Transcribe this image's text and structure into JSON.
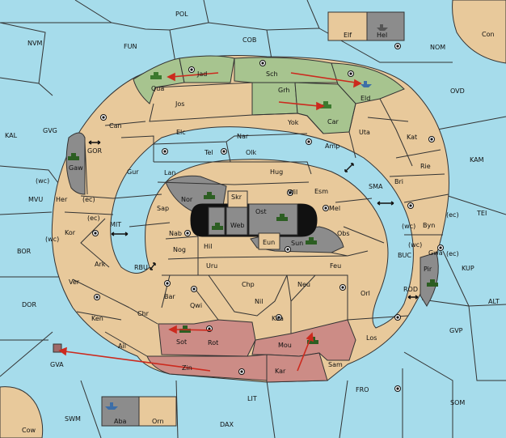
{
  "map": {
    "outer_seas": [
      {
        "id": "pol",
        "text": "POL"
      },
      {
        "id": "nvm",
        "text": "NVM"
      },
      {
        "id": "fun",
        "text": "FUN"
      },
      {
        "id": "cob",
        "text": "COB"
      },
      {
        "id": "nom",
        "text": "NOM"
      },
      {
        "id": "ovd",
        "text": "OVD"
      },
      {
        "id": "kal",
        "text": "KAL"
      },
      {
        "id": "gvg",
        "text": "GVG"
      },
      {
        "id": "kam",
        "text": "KAM"
      },
      {
        "id": "mvu",
        "text": "MVU"
      },
      {
        "id": "tei",
        "text": "TEI"
      },
      {
        "id": "bor",
        "text": "BOR"
      },
      {
        "id": "kup",
        "text": "KUP"
      },
      {
        "id": "dor",
        "text": "DOR"
      },
      {
        "id": "alt",
        "text": "ALT"
      },
      {
        "id": "gvp",
        "text": "GVP"
      },
      {
        "id": "fro",
        "text": "FRO"
      },
      {
        "id": "lit",
        "text": "LIT"
      },
      {
        "id": "som",
        "text": "SOM"
      },
      {
        "id": "swm",
        "text": "SWM"
      },
      {
        "id": "dax",
        "text": "DAX"
      },
      {
        "id": "gva",
        "text": "GVA"
      }
    ],
    "corner_lands": [
      {
        "id": "con",
        "text": "Con"
      },
      {
        "id": "cow",
        "text": "Cow"
      }
    ],
    "islands": [
      {
        "id": "elf",
        "text": "Elf"
      },
      {
        "id": "hel",
        "text": "Hel"
      },
      {
        "id": "aba",
        "text": "Aba"
      },
      {
        "id": "orn",
        "text": "Orn"
      }
    ],
    "inner_seas": [
      {
        "id": "gor",
        "text": "GOR"
      },
      {
        "id": "mit",
        "text": "MIT"
      },
      {
        "id": "rbu",
        "text": "RBU"
      },
      {
        "id": "sma",
        "text": "SMA"
      },
      {
        "id": "buc",
        "text": "BUC"
      },
      {
        "id": "rod",
        "text": "ROD"
      }
    ],
    "ring_provinces": [
      {
        "id": "jad",
        "text": "Jad"
      },
      {
        "id": "qua",
        "text": "Qua"
      },
      {
        "id": "sch",
        "text": "Sch"
      },
      {
        "id": "eld",
        "text": "Eld"
      },
      {
        "id": "grh",
        "text": "Grh"
      },
      {
        "id": "car",
        "text": "Car"
      },
      {
        "id": "jos",
        "text": "Jos"
      },
      {
        "id": "can",
        "text": "Can"
      },
      {
        "id": "yok",
        "text": "Yok"
      },
      {
        "id": "uta",
        "text": "Uta"
      },
      {
        "id": "kat",
        "text": "Kat"
      },
      {
        "id": "elc",
        "text": "Elc"
      },
      {
        "id": "nar",
        "text": "Nar"
      },
      {
        "id": "amp",
        "text": "Amp"
      },
      {
        "id": "tel",
        "text": "Tel"
      },
      {
        "id": "olk",
        "text": "Olk"
      },
      {
        "id": "gaw",
        "text": "Gaw"
      },
      {
        "id": "gur",
        "text": "Gur"
      },
      {
        "id": "lan",
        "text": "Lan"
      },
      {
        "id": "hug",
        "text": "Hug"
      },
      {
        "id": "rie",
        "text": "Rie"
      },
      {
        "id": "bri",
        "text": "Bri"
      },
      {
        "id": "wil",
        "text": "Wil"
      },
      {
        "id": "esm",
        "text": "Esm"
      },
      {
        "id": "her",
        "text": "Her"
      },
      {
        "id": "nor",
        "text": "Nor"
      },
      {
        "id": "skr",
        "text": "Skr"
      },
      {
        "id": "mel",
        "text": "Mel"
      },
      {
        "id": "sap",
        "text": "Sap"
      },
      {
        "id": "ost",
        "text": "Ost"
      },
      {
        "id": "web",
        "text": "Web"
      },
      {
        "id": "byn",
        "text": "Byn"
      },
      {
        "id": "kor",
        "text": "Kor"
      },
      {
        "id": "nab",
        "text": "Nab"
      },
      {
        "id": "obs",
        "text": "Obs"
      },
      {
        "id": "eun",
        "text": "Eun"
      },
      {
        "id": "sun",
        "text": "Sun"
      },
      {
        "id": "hil",
        "text": "Hil"
      },
      {
        "id": "gwa",
        "text": "Gwa"
      },
      {
        "id": "ark",
        "text": "Ark"
      },
      {
        "id": "nog",
        "text": "Nog"
      },
      {
        "id": "uru",
        "text": "Uru"
      },
      {
        "id": "feu",
        "text": "Feu"
      },
      {
        "id": "pir",
        "text": "Pir"
      },
      {
        "id": "ver",
        "text": "Ver"
      },
      {
        "id": "chp",
        "text": "Chp"
      },
      {
        "id": "neu",
        "text": "Neu"
      },
      {
        "id": "bar",
        "text": "Bar"
      },
      {
        "id": "qwi",
        "text": "Qwi"
      },
      {
        "id": "orl",
        "text": "Orl"
      },
      {
        "id": "ken",
        "text": "Ken"
      },
      {
        "id": "nil",
        "text": "Nil"
      },
      {
        "id": "chr",
        "text": "Chr"
      },
      {
        "id": "kaa",
        "text": "Kaa"
      },
      {
        "id": "sot",
        "text": "Sot"
      },
      {
        "id": "rot",
        "text": "Rot"
      },
      {
        "id": "los",
        "text": "Los"
      },
      {
        "id": "ail",
        "text": "Ail"
      },
      {
        "id": "mou",
        "text": "Mou"
      },
      {
        "id": "sam",
        "text": "Sam"
      },
      {
        "id": "zin",
        "text": "Zin"
      },
      {
        "id": "kar",
        "text": "Kar"
      }
    ],
    "coast_notes": [
      {
        "id": "wc1",
        "text": "(wc)"
      },
      {
        "id": "ec1",
        "text": "(ec)"
      },
      {
        "id": "ec2",
        "text": "(ec)"
      },
      {
        "id": "wc2",
        "text": "(wc)"
      },
      {
        "id": "wc3",
        "text": "(wc)"
      },
      {
        "id": "ec3",
        "text": "(ec)"
      },
      {
        "id": "wc4",
        "text": "(wc)"
      },
      {
        "id": "ec4",
        "text": "(ec)"
      }
    ],
    "power_colors": {
      "green": "#a7c48f",
      "red": "#cc8c86",
      "grey": "#8c8c8c",
      "neutral": "#e8c99b",
      "sea": "#a6dceb"
    },
    "unit_types": [
      "army-icon",
      "fleet-icon"
    ],
    "order_arrow_color": "#cc2a1e"
  }
}
